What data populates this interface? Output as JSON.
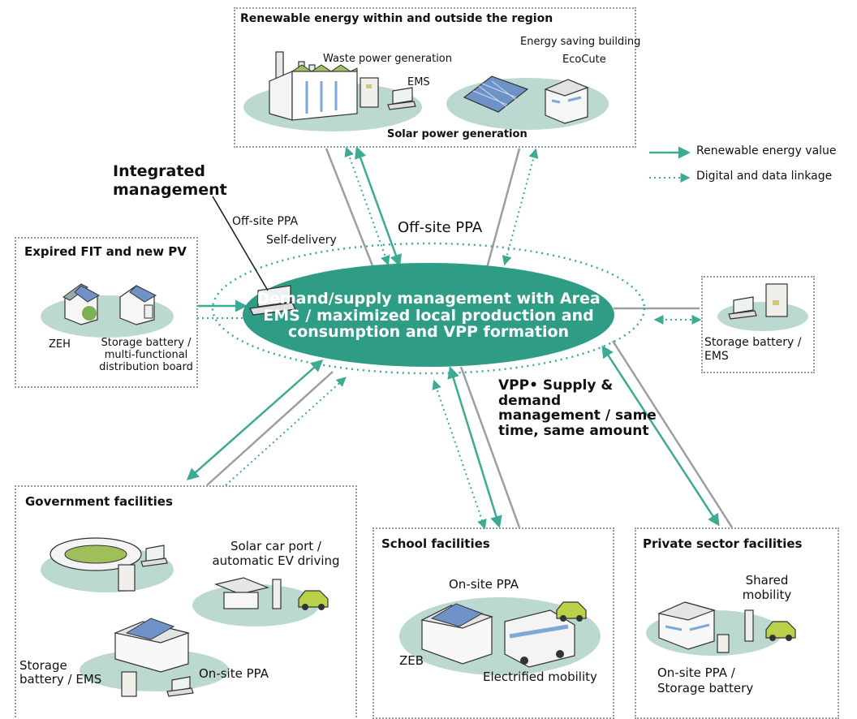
{
  "colors": {
    "teal": "#3daa93",
    "ellipse_fill": "#2f9c86",
    "ground": "#bcd9d1",
    "gray_line": "#9e9e9e",
    "box_border": "#9a9a9a"
  },
  "legend": {
    "solid": "Renewable energy value",
    "dotted": "Digital and data linkage"
  },
  "center": {
    "text": "Demand/supply management with Area EMS / maximized local production and consumption and VPP formation"
  },
  "integrated": "Integrated management",
  "offsite_left": {
    "line1": "Off-site PPA",
    "line2": "Self-delivery"
  },
  "offsite_center": "Off-site PPA",
  "vpp": "VPP• Supply & demand management / same time, same amount",
  "renewable": {
    "title": "Renewable energy within and outside the region",
    "waste": "Waste power generation",
    "ems": "EMS",
    "saving": "Energy saving building",
    "ecocute": "EcoCute",
    "solar": "Solar power generation"
  },
  "fit": {
    "title": "Expired FIT and new PV",
    "zeh": "ZEH",
    "storage": "Storage battery / multi-functional distribution board"
  },
  "storage_right": "Storage battery / EMS",
  "government": {
    "title": "Government facilities",
    "carport": "Solar car port / automatic EV driving",
    "storage": "Storage battery / EMS",
    "onsite": "On-site PPA"
  },
  "school": {
    "title": "School facilities",
    "onsite": "On-site PPA",
    "zeb": "ZEB",
    "mobility": "Electrified mobility"
  },
  "private": {
    "title": "Private sector facilities",
    "shared": "Shared mobility",
    "onsite": "On-site PPA / Storage battery"
  }
}
